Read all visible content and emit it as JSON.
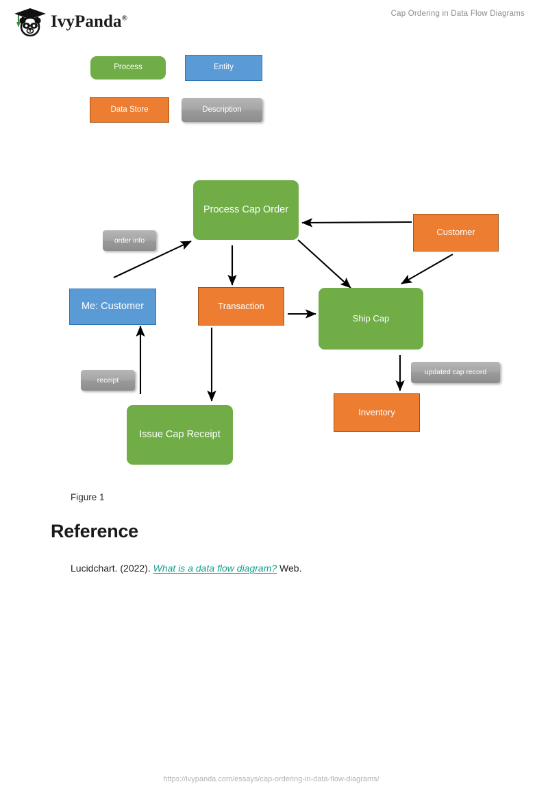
{
  "header": {
    "logo_text": "IvyPanda",
    "logo_registered": "®",
    "logo_icon": "panda-graduate-icon",
    "document_title": "Cap Ordering in Data Flow Diagrams"
  },
  "legend": {
    "items": [
      {
        "label": "Process",
        "type": "process",
        "color": "#70ad47"
      },
      {
        "label": "Entity",
        "type": "entity",
        "color": "#5b9bd5"
      },
      {
        "label": "Data Store",
        "type": "store",
        "color": "#ed7d31"
      },
      {
        "label": "Description",
        "type": "desc",
        "color": "#a5a5a5"
      }
    ]
  },
  "diagram": {
    "nodes": [
      {
        "id": "process-cap-order",
        "label": "Process Cap Order",
        "type": "process"
      },
      {
        "id": "customer-entity",
        "label": "Customer",
        "type": "store"
      },
      {
        "id": "me-customer",
        "label": "Me: Customer",
        "type": "entity"
      },
      {
        "id": "transaction",
        "label": "Transaction",
        "type": "store"
      },
      {
        "id": "ship-cap",
        "label": "Ship Cap",
        "type": "process"
      },
      {
        "id": "inventory",
        "label": "Inventory",
        "type": "store"
      },
      {
        "id": "issue-cap-receipt",
        "label": "Issue Cap Receipt",
        "type": "process"
      }
    ],
    "flow_labels": [
      {
        "id": "order-info",
        "label": "order info"
      },
      {
        "id": "receipt",
        "label": "receipt"
      },
      {
        "id": "updated-cap-record",
        "label": "updated cap record"
      }
    ]
  },
  "body": {
    "figure_caption": "Figure 1",
    "reference_heading": "Reference",
    "reference_prefix": "Lucidchart. (2022). ",
    "reference_link": "What is a data flow diagram?",
    "reference_suffix": " Web."
  },
  "footer": {
    "url": "https://ivypanda.com/essays/cap-ordering-in-data-flow-diagrams/"
  }
}
